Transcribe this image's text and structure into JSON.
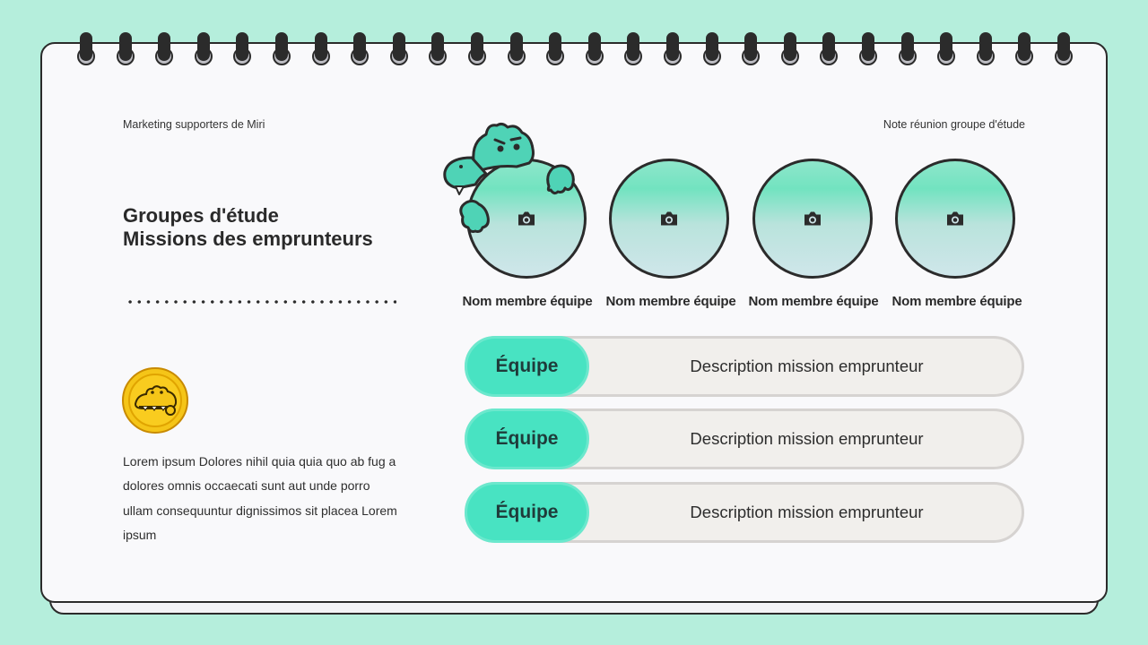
{
  "header": {
    "left_label": "Marketing supporters de Miri",
    "right_label": "Note réunion groupe d'étude"
  },
  "title": {
    "line1": "Groupes d'étude",
    "line2": "Missions des emprunteurs"
  },
  "body_text": "Lorem ipsum Dolores nihil quia quia quo ab fug a dolores omnis occaecati sunt aut unde porro ullam consequuntur dignissimos sit placea Lorem ipsum",
  "members": [
    {
      "name": "Nom membre équipe",
      "icon": "camera-icon"
    },
    {
      "name": "Nom membre équipe",
      "icon": "camera-icon"
    },
    {
      "name": "Nom membre équipe",
      "icon": "camera-icon"
    },
    {
      "name": "Nom membre équipe",
      "icon": "camera-icon"
    }
  ],
  "missions": [
    {
      "team": "Équipe",
      "description": "Description mission emprunteur"
    },
    {
      "team": "Équipe",
      "description": "Description mission emprunteur"
    },
    {
      "team": "Équipe",
      "description": "Description mission emprunteur"
    }
  ],
  "colors": {
    "background": "#b5eedc",
    "accent": "#48e3c2",
    "coin": "#f5c518",
    "outline": "#2b2b2b"
  }
}
